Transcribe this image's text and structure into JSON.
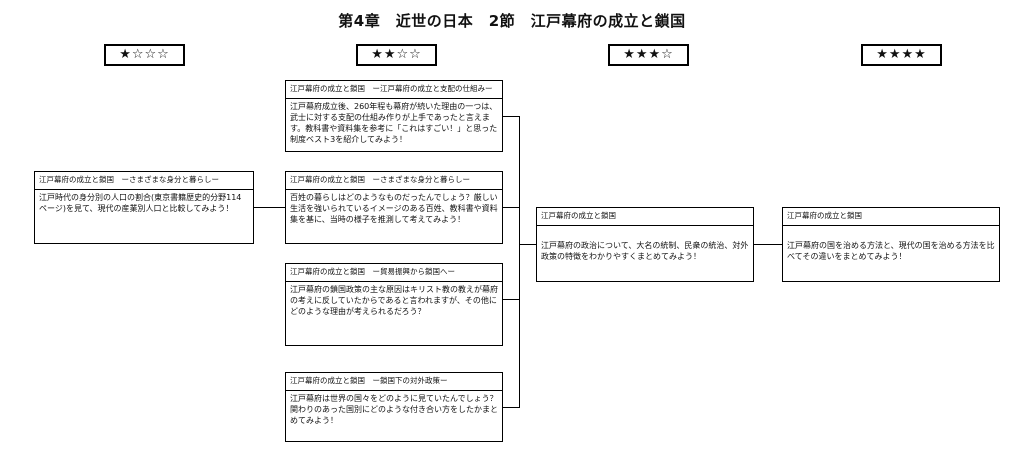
{
  "title": "第4章　近世の日本　2節　江戸幕府の成立と鎖国",
  "levels": [
    "★☆☆☆",
    "★★☆☆",
    "★★★☆",
    "★★★★"
  ],
  "cards": {
    "status_life": {
      "heading": "江戸幕府の成立と鎖国　ーさまざまな身分と暮らしー",
      "body": "江戸時代の身分別の人口の割合(東京書籍歴史的分野114ページ)を見て、現代の産業別人口と比較してみよう！"
    },
    "system": {
      "heading": "江戸幕府の成立と鎖国　ー江戸幕府の成立と支配の仕組みー",
      "body": "江戸幕府成立後、260年程も幕府が続いた理由の一つは、武士に対する支配の仕組み作りが上手であったと言えます。教科書や資料集を参考に「これはすごい！」と思った制度ベスト3を紹介してみよう！"
    },
    "peasant": {
      "heading": "江戸幕府の成立と鎖国　ーさまざまな身分と暮らしー",
      "body": "百姓の暮らしはどのようなものだったんでしょう？厳しい生活を強いられているイメージのある百姓、教科書や資料集を基に、当時の様子を推測して考えてみよう！"
    },
    "seclusion": {
      "heading": "江戸幕府の成立と鎖国　ー貿易振興から鎖国へー",
      "body": "江戸幕府の鎖国政策の主な原因はキリスト教の教えが幕府の考えに反していたからであると言われますが、その他にどのような理由が考えられるだろう？"
    },
    "foreign": {
      "heading": "江戸幕府の成立と鎖国　ー鎖国下の対外政策ー",
      "body": "江戸幕府は世界の国々をどのように見ていたんでしょう？関わりのあった国別にどのような付き合い方をしたかまとめてみよう！"
    },
    "politics": {
      "heading": "江戸幕府の成立と鎖国",
      "body": "江戸幕府の政治について、大名の統制、民衆の統治、対外政策の特徴をわかりやすくまとめてみよう！"
    },
    "compare": {
      "heading": "江戸幕府の成立と鎖国",
      "body": "江戸幕府の国を治める方法と、現代の国を治める方法を比べてその違いをまとめてみよう！"
    }
  }
}
